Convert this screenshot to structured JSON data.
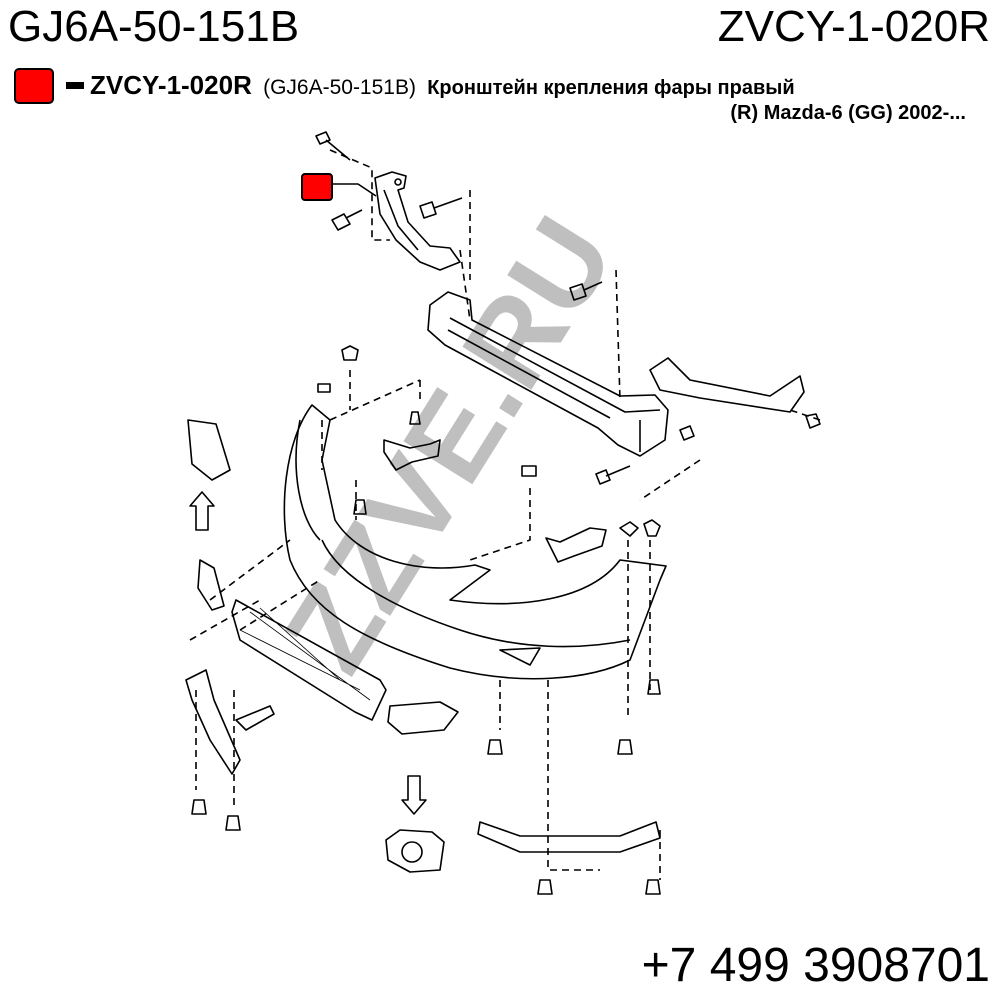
{
  "header": {
    "oem_number": "GJ6A-50-151B",
    "article_number": "ZVCY-1-020R"
  },
  "legend": {
    "marker_color": "#ff0000",
    "article": "ZVCY-1-020R",
    "oem": "(GJ6A-50-151B)",
    "description_line1": "Кронштейн крепления фары правый",
    "description_line2": "(R) Mazda-6 (GG) 2002-..."
  },
  "watermark": "ZZVE.RU",
  "footer": {
    "phone": "+7 499 3908701"
  }
}
